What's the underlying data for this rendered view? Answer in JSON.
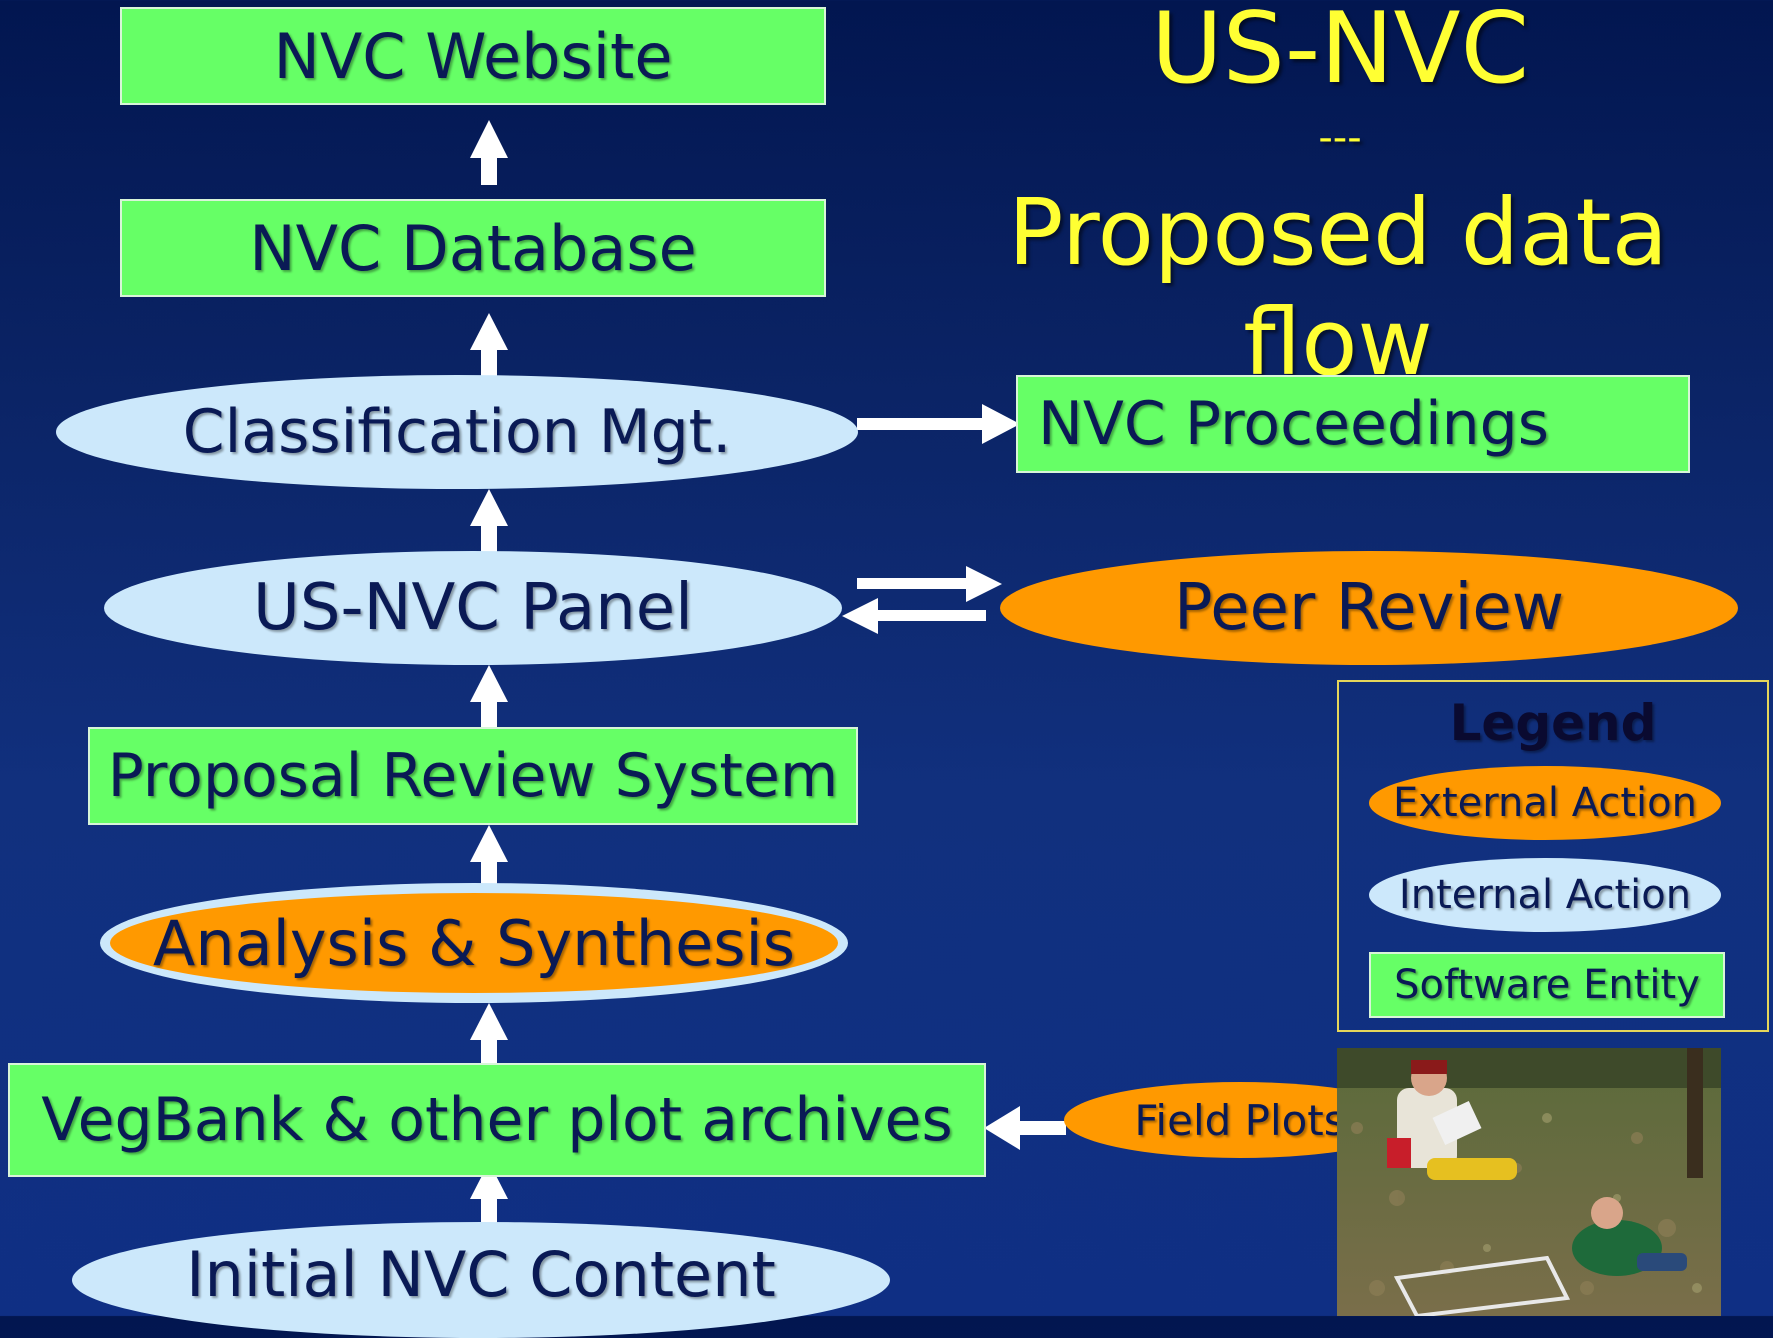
{
  "title": {
    "line1": "US-NVC",
    "line2": "---",
    "line3": "Proposed data flow"
  },
  "nodes": {
    "nvc_website": "NVC Website",
    "nvc_database": "NVC Database",
    "classification_mgt": "Classification Mgt.",
    "nvc_proceedings": "NVC Proceedings",
    "us_nvc_panel": "US-NVC Panel",
    "peer_review": "Peer Review",
    "proposal_review_system": "Proposal Review System",
    "analysis_synthesis": "Analysis & Synthesis",
    "vegbank": "VegBank & other plot archives",
    "field_plots": "Field Plots",
    "initial_content": "Initial NVC Content"
  },
  "legend": {
    "title": "Legend",
    "external": "External Action",
    "internal": "Internal Action",
    "software": "Software Entity"
  },
  "colors": {
    "software_entity": "#66ff66",
    "internal_action": "#cce8fb",
    "external_action": "#ff9900",
    "title": "#ffff33",
    "background": "#0b2466"
  }
}
